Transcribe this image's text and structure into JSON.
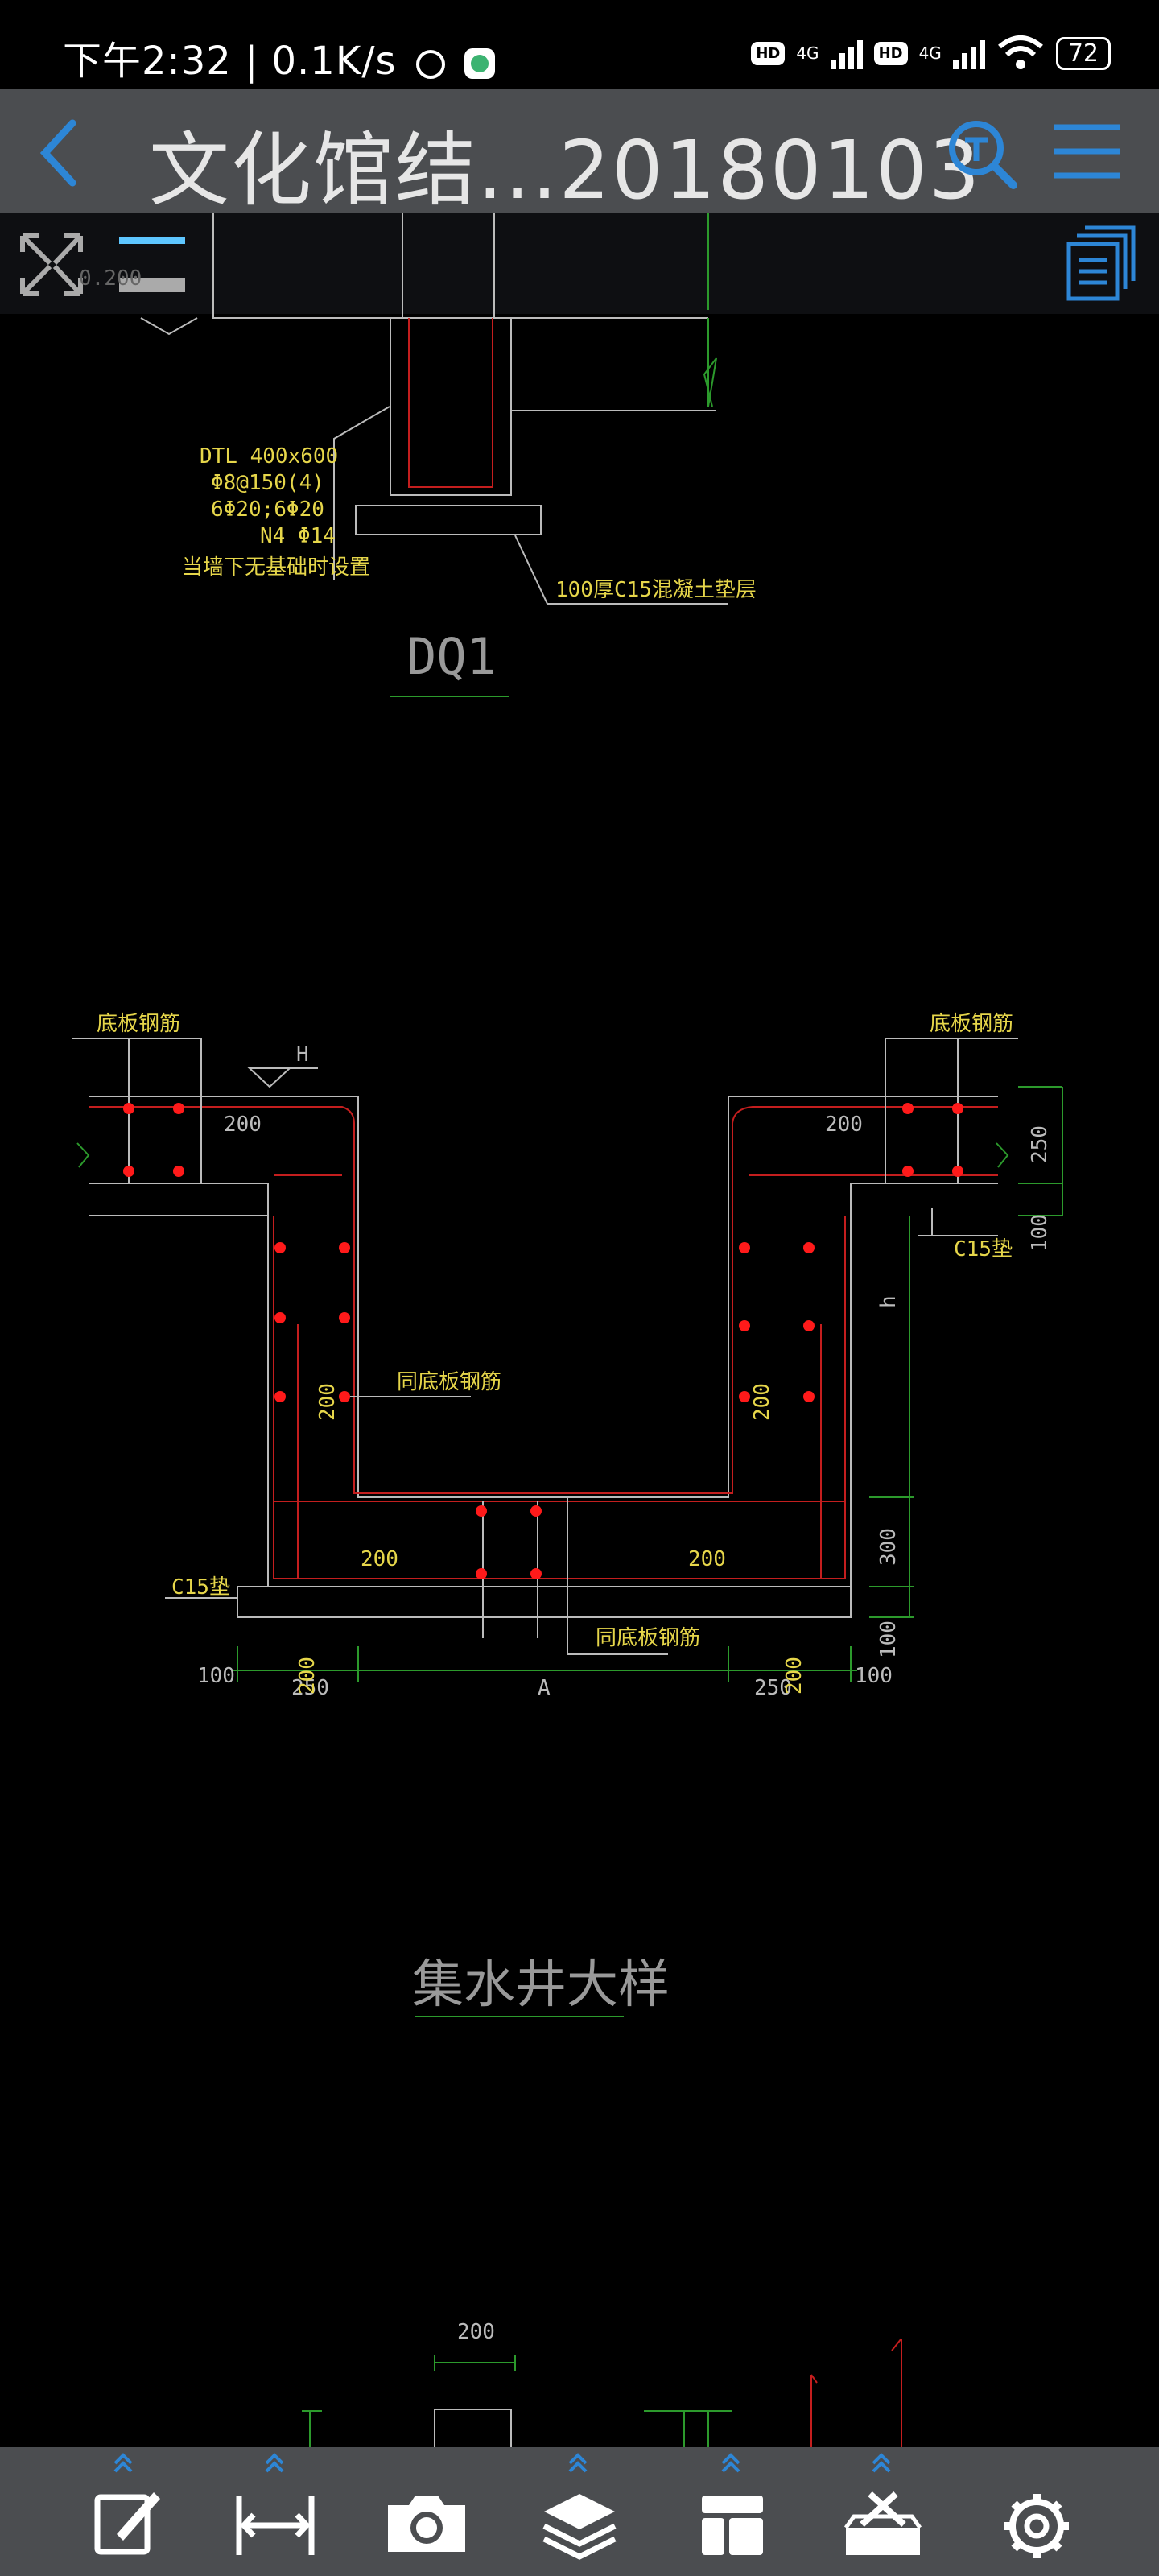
{
  "status_bar": {
    "time": "下午2:32",
    "speed": "0.1K/s",
    "network_1": "4G",
    "network_2": "4G",
    "hd": "HD",
    "battery": "72"
  },
  "header": {
    "title": "文化馆结...20180103",
    "back_icon": "chevron-left-icon",
    "search_icon": "text-search-icon",
    "menu_icon": "hamburger-menu-icon",
    "accent_color": "#2d86d6"
  },
  "drawing": {
    "dq1_title": "DQ1",
    "beam_spec": [
      "DTL 400x600",
      "Φ8@150(4)",
      "6Φ20;6Φ20",
      "N4 Φ14",
      "当墙下无基础时设置"
    ],
    "cushion_note": "100厚C15混凝土垫层",
    "elevation_top": "0.200",
    "pit_title": "集水井大样",
    "label_slab_rebar_left": "底板钢筋",
    "label_slab_rebar_right": "底板钢筋",
    "label_H": "H",
    "label_h": "h",
    "label_same_rebar_1": "同底板钢筋",
    "label_same_rebar_2": "同底板钢筋",
    "label_c15_left": "C15垫",
    "label_c15_right": "C15垫",
    "dim_200": "200",
    "dim_250": "250",
    "dim_100": "100",
    "dim_300": "300",
    "dim_A": "A",
    "bottom_dim": "200"
  },
  "toolbar": {
    "items": [
      "edit-icon",
      "measure-icon",
      "camera-icon",
      "layers-icon",
      "layout-icon",
      "toolbox-icon",
      "settings-icon"
    ]
  }
}
